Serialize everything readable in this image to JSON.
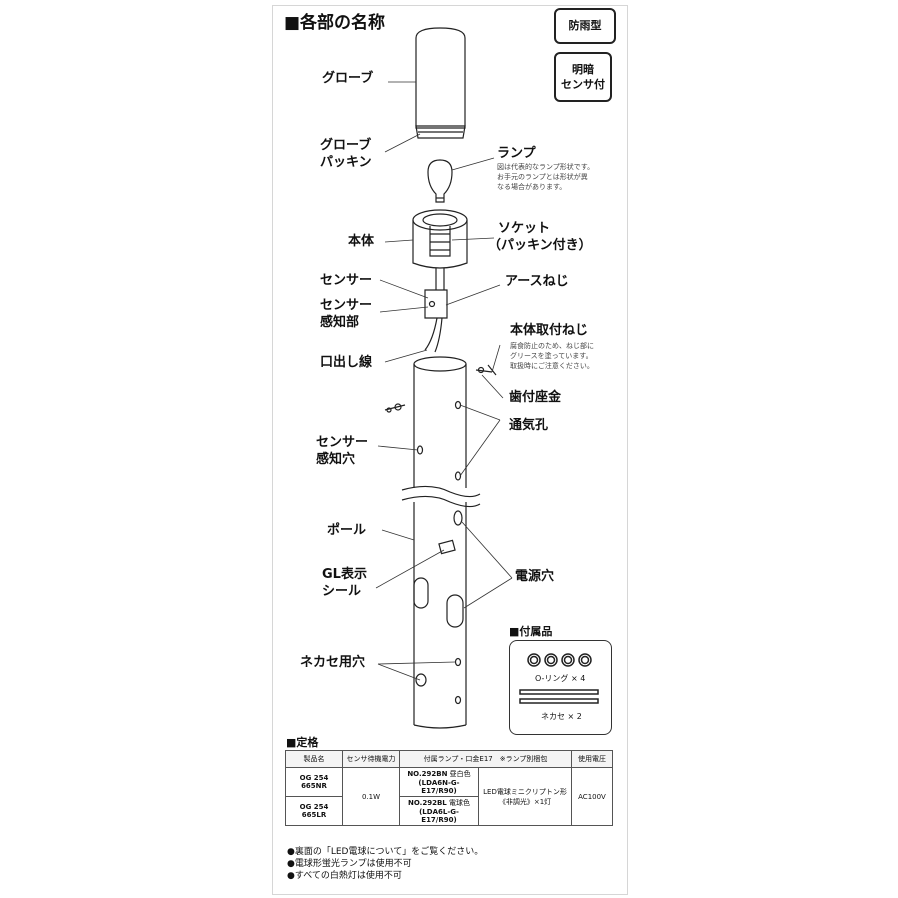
{
  "header": {
    "title": "■各部の名称"
  },
  "badges": {
    "rainproof": "防雨型",
    "sensor": "明暗\nセンサ付"
  },
  "parts": {
    "globe": "グローブ",
    "globe_packing_1": "グローブ",
    "globe_packing_2": "パッキン",
    "lamp": "ランプ",
    "lamp_note_1": "図は代表的なランプ形状です。",
    "lamp_note_2": "お手元のランプとは形状が異",
    "lamp_note_3": "なる場合があります。",
    "body": "本体",
    "socket_1": "ソケット",
    "socket_2": "（パッキン付き）",
    "sensor": "センサー",
    "earth_screw": "アースねじ",
    "sensor_part_1": "センサー",
    "sensor_part_2": "感知部",
    "body_screw": "本体取付ねじ",
    "screw_note_1": "腐食防止のため、ねじ部に",
    "screw_note_2": "グリースを塗っています。",
    "screw_note_3": "取扱時にご注意ください。",
    "lead_wire": "口出し線",
    "toothed_washer": "歯付座金",
    "vent_hole": "通気孔",
    "sensor_hole_1": "センサー",
    "sensor_hole_2": "感知穴",
    "pole": "ポール",
    "power_hole": "電源穴",
    "gl_seal_1": "GL表示",
    "gl_seal_2": "シール",
    "nut_hole": "ネカセ用穴"
  },
  "accessories": {
    "title": "■付属品",
    "oring": "O-リング × 4",
    "nekase": "ネカセ × 2"
  },
  "spec": {
    "title": "■定格",
    "headers": [
      "製品名",
      "センサ待機電力",
      "付属ランプ・口金E17　※ランプ別梱包",
      "使用電圧"
    ],
    "rows": [
      {
        "product": "OG 254 665NR",
        "lamp_no": "NO.292BN",
        "lamp_color": "昼白色",
        "lamp_code": "(LDA6N-G-E17/R90)"
      },
      {
        "product": "OG 254 665LR",
        "lamp_no": "NO.292BL",
        "lamp_color": "電球色",
        "lamp_code": "(LDA6L-G-E17/R90)"
      }
    ],
    "standby_power": "0.1W",
    "lamp_type_1": "LED電球ミニクリプトン形",
    "lamp_type_2": "《非調光》×1灯",
    "voltage": "AC100V"
  },
  "notes": [
    "●裏面の「LED電球について」をご覧ください。",
    "●電球形蛍光ランプは使用不可",
    "●すべての白熱灯は使用不可"
  ]
}
